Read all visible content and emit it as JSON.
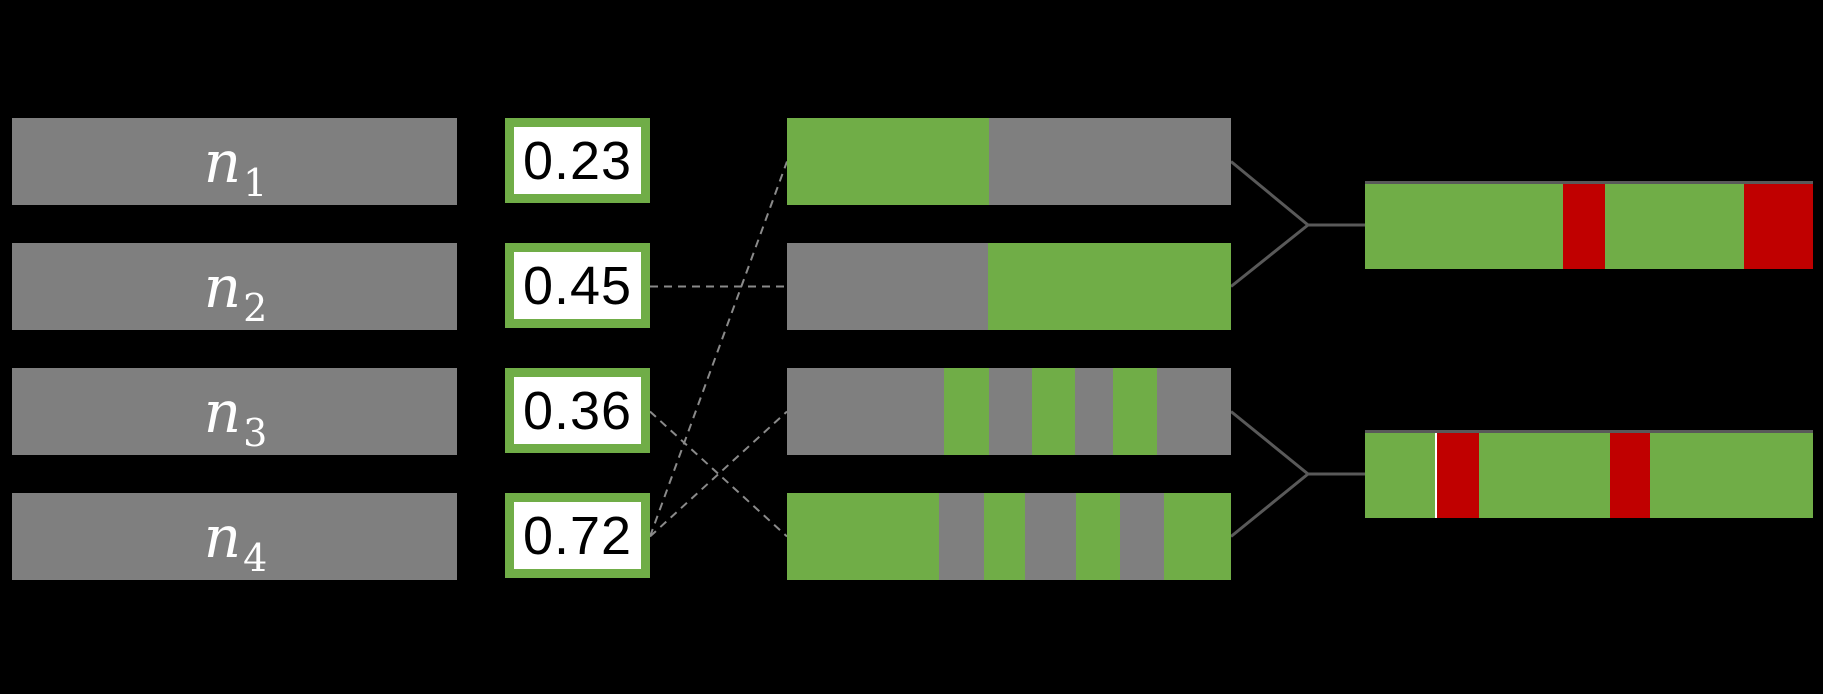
{
  "diagram": {
    "description": "selection-crossover-mutation-diagram",
    "colors": {
      "background": "#000000",
      "gray": "#7F7F7F",
      "green": "#70AD47",
      "red": "#C00000",
      "white": "#FFFFFF",
      "connector": "#595959",
      "dashed_link": "#8A8A8A",
      "value_text": "#000000",
      "label_text": "#FFFFFF"
    },
    "nodes": [
      {
        "id": "n1",
        "label_base": "n",
        "label_sub": "1",
        "value": "0.23"
      },
      {
        "id": "n2",
        "label_base": "n",
        "label_sub": "2",
        "value": "0.45"
      },
      {
        "id": "n3",
        "label_base": "n",
        "label_sub": "3",
        "value": "0.36"
      },
      {
        "id": "n4",
        "label_base": "n",
        "label_sub": "4",
        "value": "0.72"
      }
    ],
    "masks": [
      {
        "id": "mask-1",
        "segments": [
          {
            "color": "green",
            "pct": 45.5
          },
          {
            "color": "gray",
            "pct": 54.5
          }
        ]
      },
      {
        "id": "mask-2",
        "segments": [
          {
            "color": "gray",
            "pct": 45.3
          },
          {
            "color": "green",
            "pct": 54.7
          }
        ]
      },
      {
        "id": "mask-3",
        "segments": [
          {
            "color": "gray",
            "pct": 35.4
          },
          {
            "color": "green",
            "pct": 10.1
          },
          {
            "color": "gray",
            "pct": 9.7
          },
          {
            "color": "green",
            "pct": 9.7
          },
          {
            "color": "gray",
            "pct": 8.6
          },
          {
            "color": "green",
            "pct": 9.8
          },
          {
            "color": "gray",
            "pct": 16.7
          }
        ]
      },
      {
        "id": "mask-4",
        "segments": [
          {
            "color": "green",
            "pct": 34.2
          },
          {
            "color": "gray",
            "pct": 10.1
          },
          {
            "color": "green",
            "pct": 9.4
          },
          {
            "color": "gray",
            "pct": 11.3
          },
          {
            "color": "green",
            "pct": 10.0
          },
          {
            "color": "gray",
            "pct": 9.9
          },
          {
            "color": "green",
            "pct": 15.1
          }
        ]
      }
    ],
    "offspring": [
      {
        "id": "offspring-1",
        "segments": [
          {
            "color": "green",
            "pct": 44.2
          },
          {
            "color": "red",
            "pct": 9.4
          },
          {
            "color": "green",
            "pct": 31.0
          },
          {
            "color": "red",
            "pct": 15.4
          }
        ]
      },
      {
        "id": "offspring-2",
        "segments": [
          {
            "color": "green",
            "pct": 15.6
          },
          {
            "color": "white",
            "pct": 0.5
          },
          {
            "color": "red",
            "pct": 9.4
          },
          {
            "color": "green",
            "pct": 29.2
          },
          {
            "color": "red",
            "pct": 8.9
          },
          {
            "color": "green",
            "pct": 36.4
          }
        ]
      }
    ],
    "value_links": [
      {
        "value_index": 1,
        "mask_index": 1
      },
      {
        "value_index": 3,
        "mask_index": 0
      },
      {
        "value_index": 3,
        "mask_index": 2
      },
      {
        "value_index": 2,
        "mask_index": 3
      }
    ],
    "offspring_links": [
      {
        "mask_indices": [
          0,
          1
        ],
        "offspring_index": 0
      },
      {
        "mask_indices": [
          2,
          3
        ],
        "offspring_index": 1
      }
    ]
  }
}
